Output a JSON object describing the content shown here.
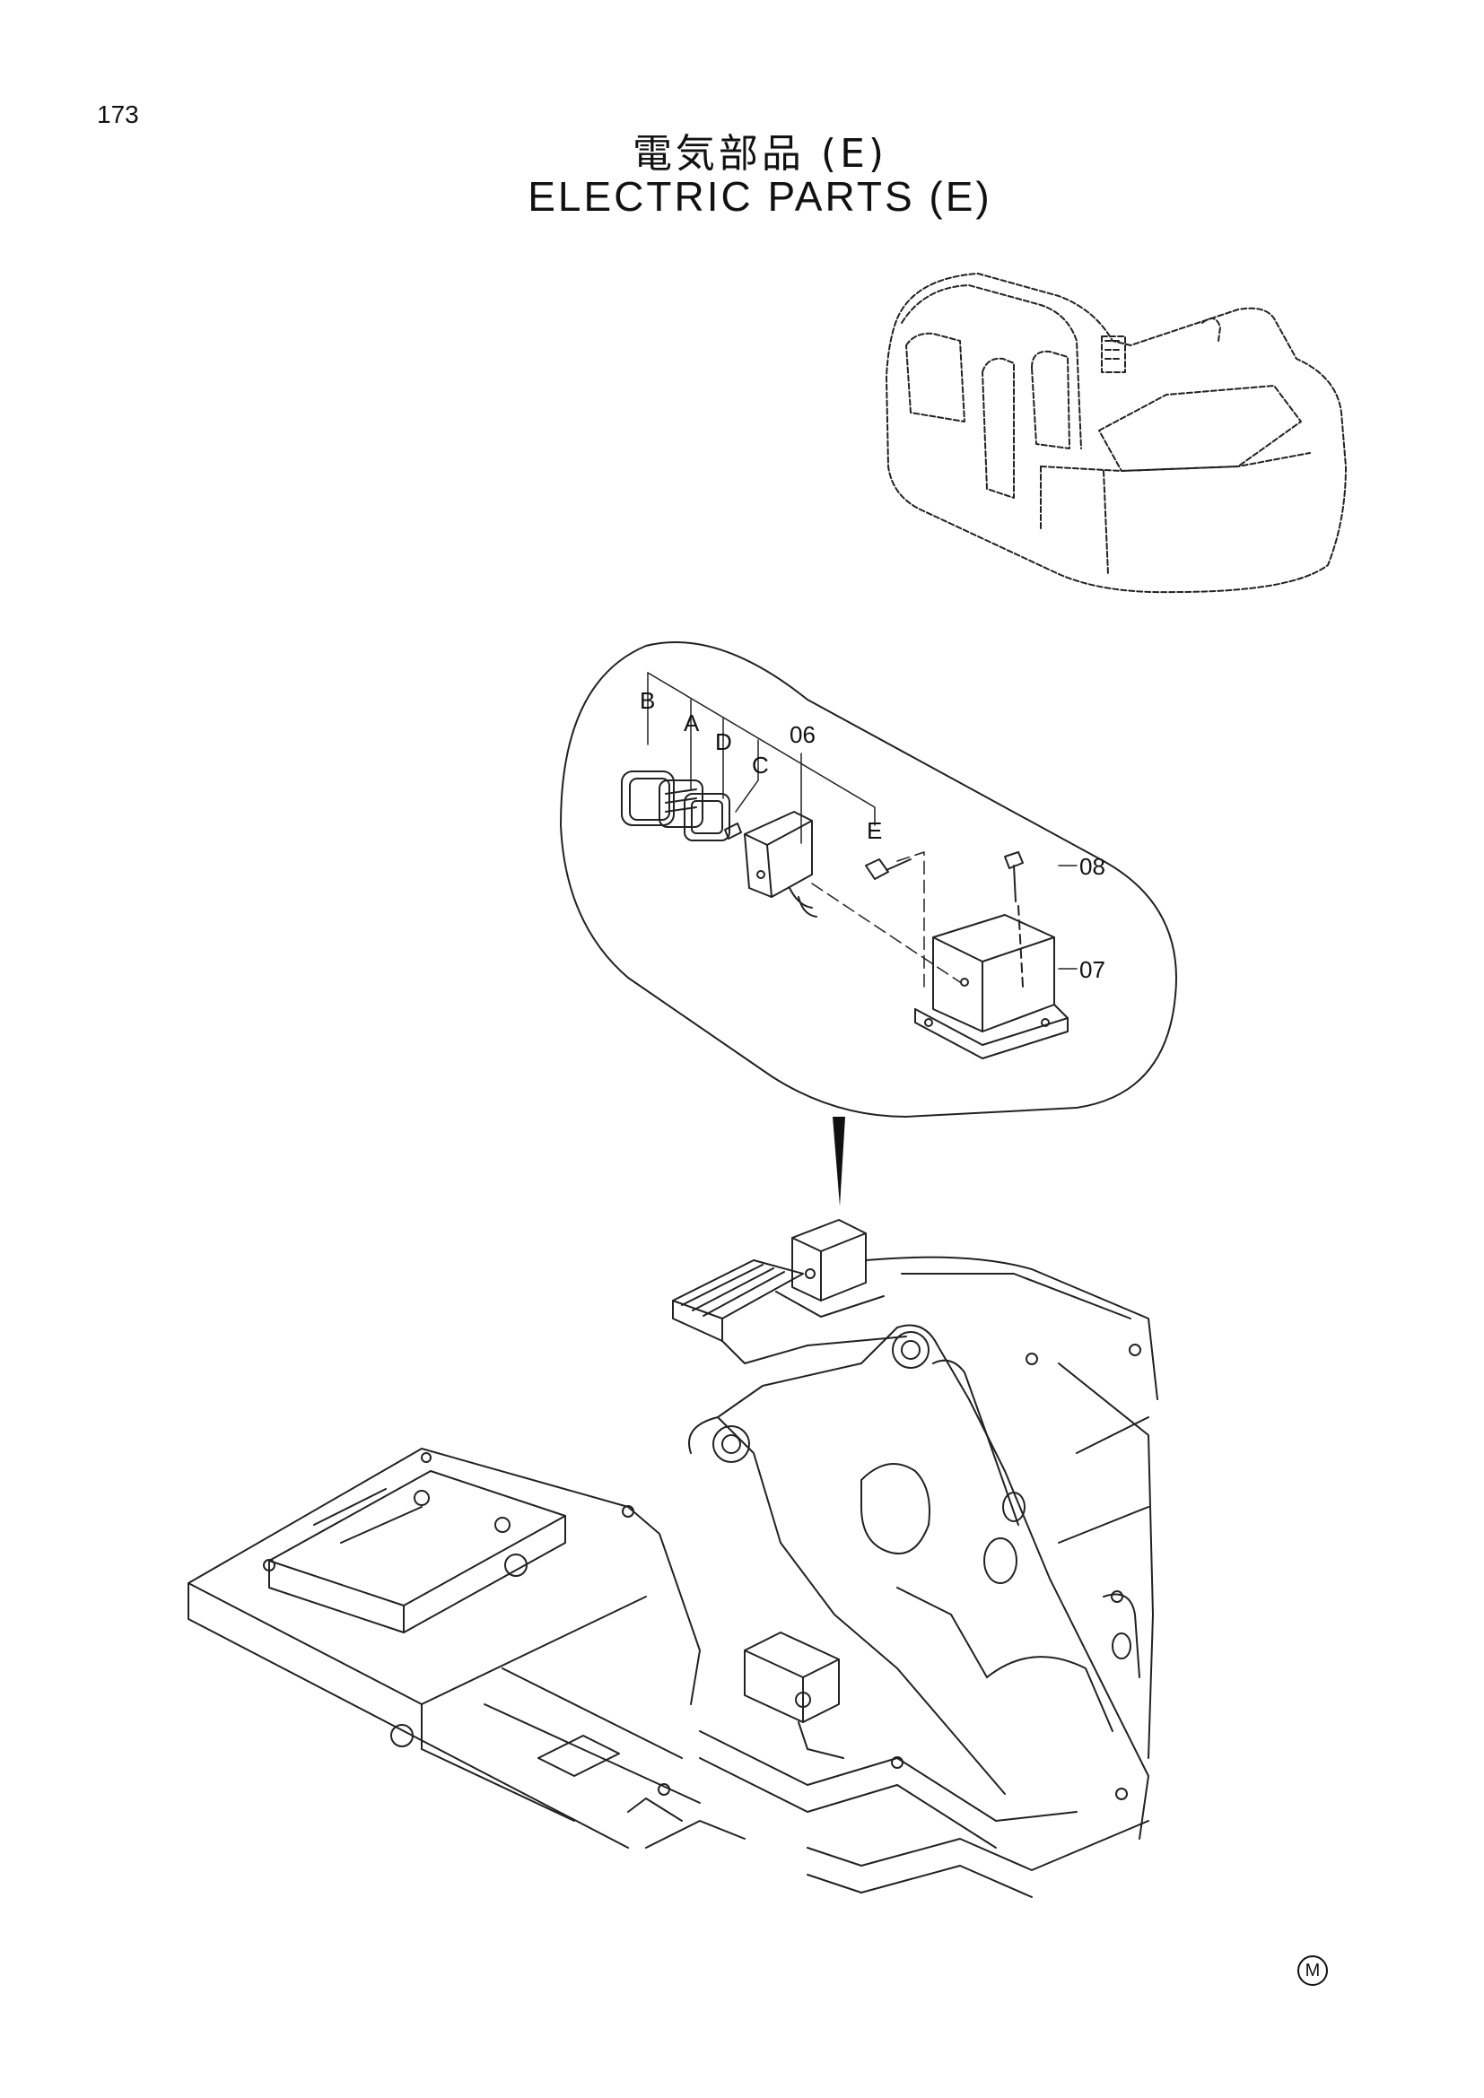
{
  "header": {
    "page_number": "173",
    "title_jp": "電気部品 (E)",
    "title_en": "ELECTRIC PARTS (E)"
  },
  "callouts": {
    "b": "B",
    "a": "A",
    "d": "D",
    "c": "C",
    "p06": "06",
    "e": "E",
    "p08": "08",
    "p07": "07"
  },
  "footer": {
    "mark": "M"
  }
}
